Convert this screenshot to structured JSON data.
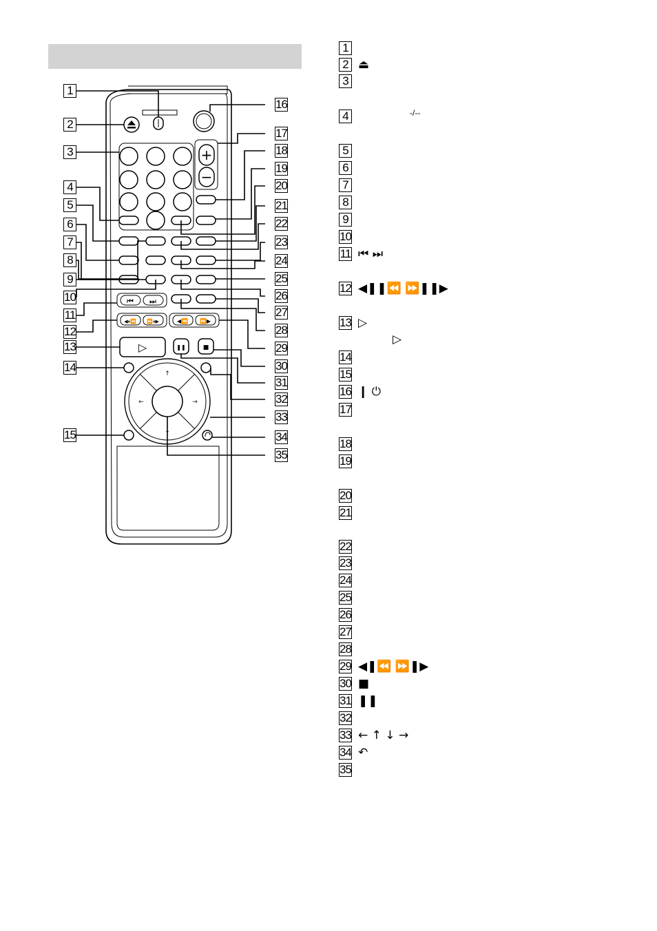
{
  "header_bar": {
    "color": "#d3d3d3"
  },
  "remote": {
    "buttons": {
      "eject_symbol": "⏏",
      "prev_next": [
        "⏮",
        "⏭"
      ],
      "slow_left": "◀⏸⏪",
      "slow_right": "⏩⏸▶",
      "scan_left": "◀⏪",
      "scan_right": "⏩▶",
      "play_symbol": "▷",
      "pause_symbol": "❚❚",
      "stop_symbol": "■",
      "vol_plus": "+",
      "vol_minus": "−",
      "arrows": [
        "↑",
        "←",
        "→",
        "↓"
      ]
    }
  },
  "callouts": {
    "left": [
      "1",
      "2",
      "3",
      "4",
      "5",
      "6",
      "7",
      "8",
      "9",
      "10",
      "11",
      "12",
      "13",
      "14",
      "15"
    ],
    "right": [
      "16",
      "17",
      "18",
      "19",
      "20",
      "21",
      "22",
      "23",
      "24",
      "25",
      "26",
      "27",
      "28",
      "29",
      "30",
      "31",
      "32",
      "33",
      "34",
      "35"
    ]
  },
  "legend": {
    "items": [
      {
        "num": "1",
        "sym": ""
      },
      {
        "num": "2",
        "sym": "⏏"
      },
      {
        "num": "3",
        "sym": ""
      },
      {
        "num": "4",
        "sym": "",
        "extra": "-/--"
      },
      {
        "num": "5",
        "sym": ""
      },
      {
        "num": "6",
        "sym": ""
      },
      {
        "num": "7",
        "sym": ""
      },
      {
        "num": "8",
        "sym": ""
      },
      {
        "num": "9",
        "sym": ""
      },
      {
        "num": "10",
        "sym": ""
      },
      {
        "num": "11",
        "sym": "⏮ ⏭"
      },
      {
        "num": "12",
        "sym": "◀❚❚⏪ ⏩❚❚▶"
      },
      {
        "num": "13",
        "sym": "▷",
        "extra2": "▷"
      },
      {
        "num": "14",
        "sym": ""
      },
      {
        "num": "15",
        "sym": ""
      },
      {
        "num": "16",
        "sym": "❙ ⏻"
      },
      {
        "num": "17",
        "sym": ""
      },
      {
        "num": "18",
        "sym": ""
      },
      {
        "num": "19",
        "sym": ""
      },
      {
        "num": "20",
        "sym": ""
      },
      {
        "num": "21",
        "sym": ""
      },
      {
        "num": "22",
        "sym": ""
      },
      {
        "num": "23",
        "sym": ""
      },
      {
        "num": "24",
        "sym": ""
      },
      {
        "num": "25",
        "sym": ""
      },
      {
        "num": "26",
        "sym": ""
      },
      {
        "num": "27",
        "sym": ""
      },
      {
        "num": "28",
        "sym": ""
      },
      {
        "num": "29",
        "sym": "◀❚⏪ ⏩❚▶"
      },
      {
        "num": "30",
        "sym": "■"
      },
      {
        "num": "31",
        "sym": "❚❚"
      },
      {
        "num": "32",
        "sym": ""
      },
      {
        "num": "33",
        "sym": "← ↑ ↓ →"
      },
      {
        "num": "34",
        "sym": "↶"
      },
      {
        "num": "35",
        "sym": ""
      }
    ]
  }
}
